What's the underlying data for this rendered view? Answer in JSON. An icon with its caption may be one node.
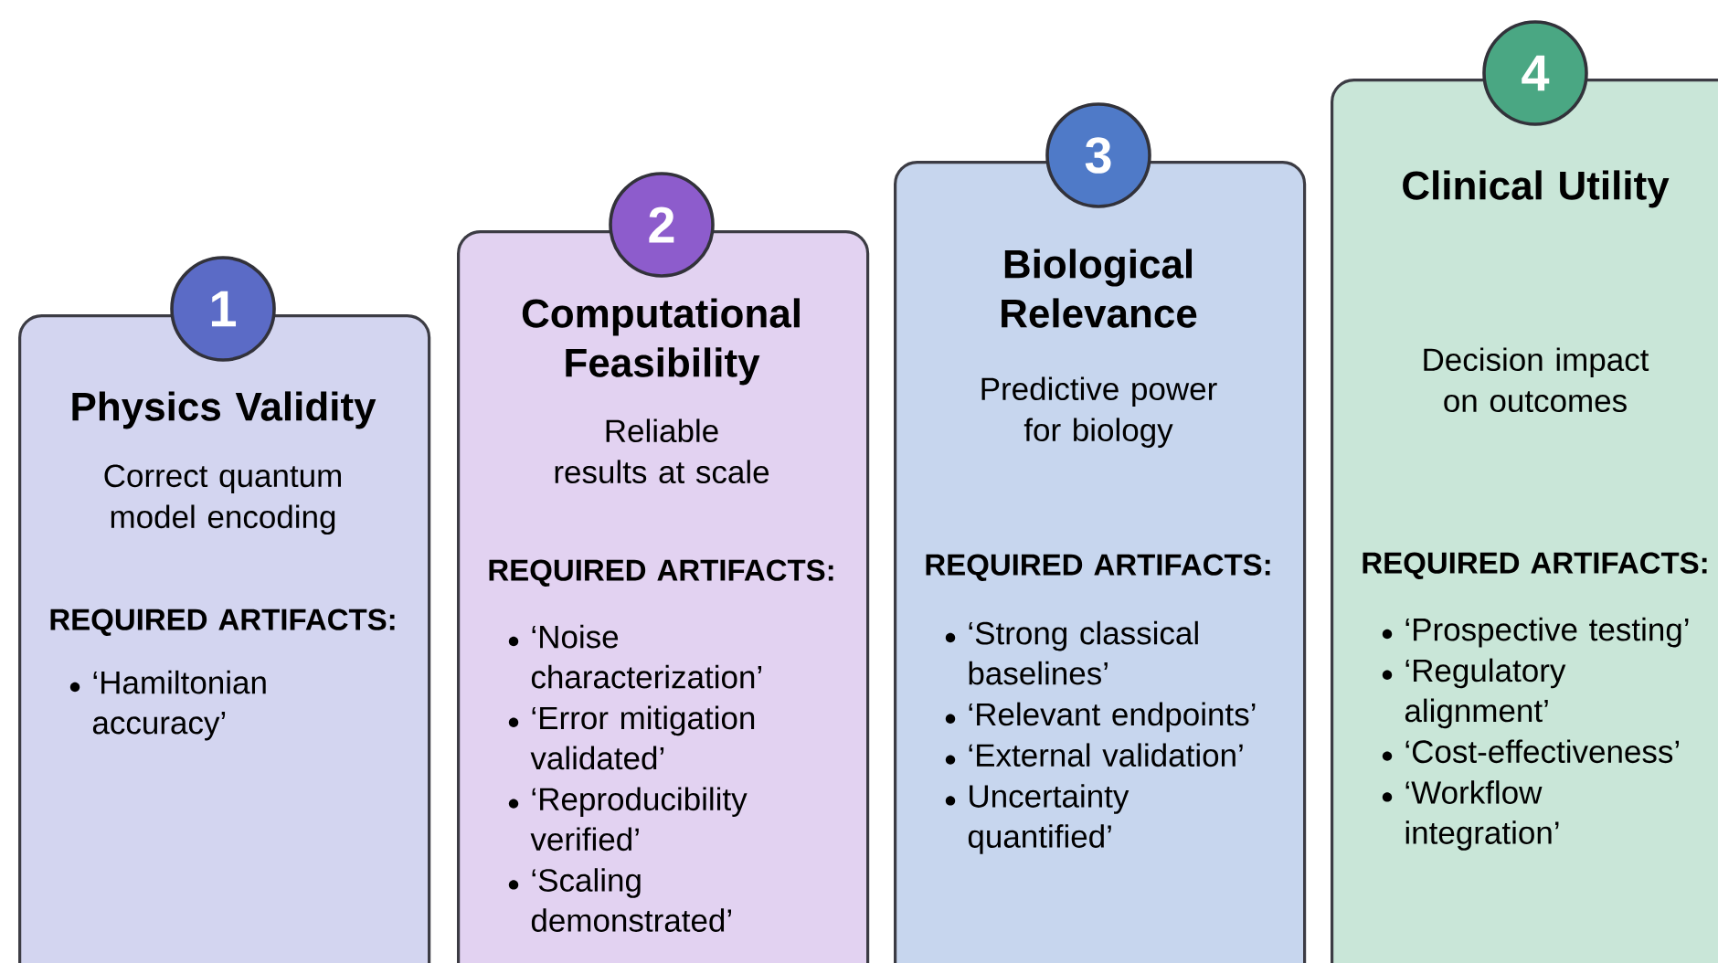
{
  "diagram": {
    "nodes": [
      {
        "text": [
          "1"
        ]
      },
      {
        "text": [
          "Physics Validity",
          "Correct quantum model encoding",
          "REQUIRED ARTIFACTS:",
          "‘Hamiltonian accuracy’"
        ]
      },
      {
        "text": [
          "2"
        ]
      },
      {
        "text": [
          "Computational Feasibility",
          "Reliable results at scale",
          "REQUIRED ARTIFACTS:",
          "‘Noise characterization’",
          "‘Error mitigation validated’",
          "‘Reproducibility verified’",
          "‘Scaling demonstrated’"
        ]
      },
      {
        "text": [
          "3"
        ]
      },
      {
        "text": [
          "Biological Relevance",
          "Predictive power for biology",
          "REQUIRED ARTIFACTS:",
          "‘Strong classical baselines’",
          "‘Relevant endpoints’",
          "‘External validation’",
          "Uncertainty quantified’"
        ]
      },
      {
        "text": [
          "4"
        ]
      },
      {
        "text": [
          "Clinical Utility",
          "Decision impact on outcomes",
          "REQUIRED ARTIFACTS:",
          "‘Prospective testing’",
          "‘Regulatory alignment’",
          "‘Cost-effectiveness’",
          "‘Workflow integration’"
        ]
      }
    ]
  }
}
